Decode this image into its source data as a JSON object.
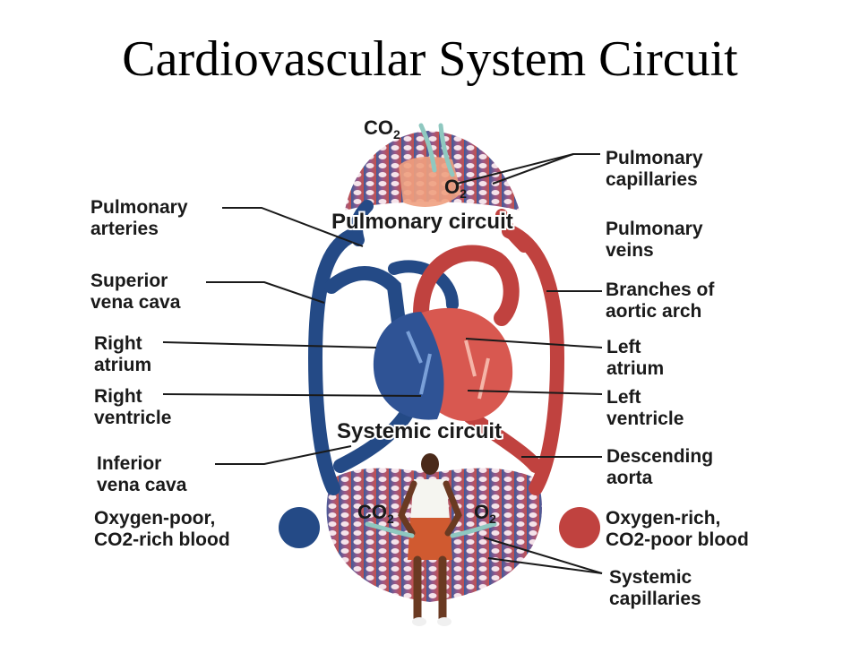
{
  "title": "Cardiovascular System Circuit",
  "colors": {
    "oxygen_poor": "#244a86",
    "oxygen_rich": "#c0423f",
    "capillary_pink": "#e8a3a0",
    "lung": "#f0a07f"
  },
  "circuits": {
    "pulmonary": "Pulmonary circuit",
    "systemic": "Systemic circuit"
  },
  "gases": {
    "top_co2": "CO",
    "top_o2": "O",
    "bottom_co2": "CO",
    "bottom_o2": "O",
    "subscript": "2"
  },
  "labels_left": [
    {
      "line1": "Pulmonary",
      "line2": "arteries"
    },
    {
      "line1": "Superior",
      "line2": "vena cava"
    },
    {
      "line1": "Right",
      "line2": "atrium"
    },
    {
      "line1": "Right",
      "line2": "ventricle"
    },
    {
      "line1": "Inferior",
      "line2": "vena cava"
    }
  ],
  "labels_right": [
    {
      "line1": "Pulmonary",
      "line2": "capillaries"
    },
    {
      "line1": "Pulmonary",
      "line2": "veins"
    },
    {
      "line1": "Branches of",
      "line2": "aortic arch"
    },
    {
      "line1": "Left",
      "line2": "atrium"
    },
    {
      "line1": "Left",
      "line2": "ventricle"
    },
    {
      "line1": "Descending",
      "line2": "aorta"
    },
    {
      "line1": "Systemic",
      "line2": "capillaries"
    }
  ],
  "legend": {
    "poor": {
      "line1": "Oxygen-poor,",
      "line2": "CO2-rich blood"
    },
    "rich": {
      "line1": "Oxygen-rich,",
      "line2": "CO2-poor blood"
    }
  }
}
